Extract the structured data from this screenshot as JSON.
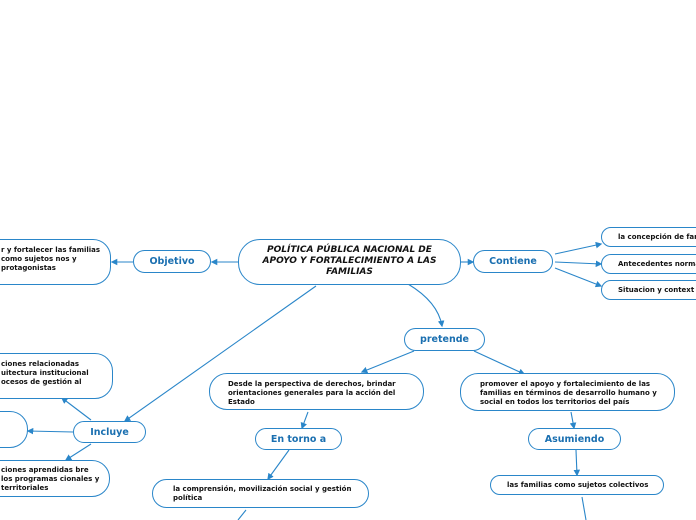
{
  "central": {
    "title": "POLÍTICA PÚBLICA NACIONAL DE APOYO Y FORTALECIMIENTO A LAS FAMILIAS"
  },
  "objetivo": {
    "label": "Objetivo",
    "text": "r y fortalecer las familias como sujetos nos y protagonistas"
  },
  "contiene": {
    "label": "Contiene",
    "items": [
      "la concepción de fam",
      "Antecedentes norma",
      "Situacion y context"
    ]
  },
  "pretende": {
    "label": "pretende"
  },
  "derechos": {
    "text": "Desde la perspectiva de derechos, brindar orientaciones generales para la acción del Estado"
  },
  "promover": {
    "text": "promover el apoyo y fortalecimiento de las familias en términos de desarrollo humano y social en todos los territorios del país"
  },
  "en_torno": {
    "label": "En torno a"
  },
  "asumiendo": {
    "label": "Asumiendo"
  },
  "comprension": {
    "text": "la comprensión, movilización social y gestión política"
  },
  "colectivos": {
    "text": "las familias como sujetos colectivos"
  },
  "incluye": {
    "label": "Incluye",
    "items": [
      "ciones relacionadas uitectura institucional ocesos de gestión al",
      "",
      "ciones aprendidas bre los programas cionales y territoriales"
    ]
  },
  "colors": {
    "line": "#2a86c9",
    "label": "#1a6fb0"
  }
}
